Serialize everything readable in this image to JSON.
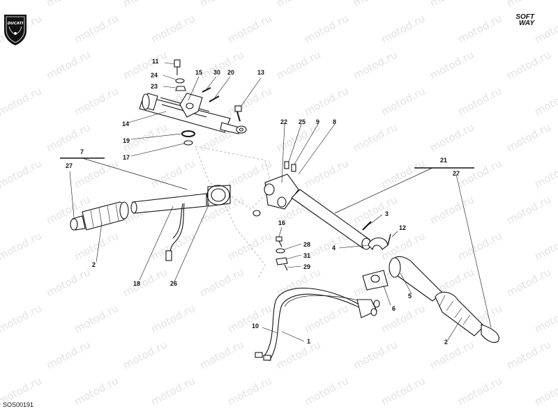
{
  "diagram": {
    "code": "SOS00191",
    "watermark": "motod.ru",
    "brand_logo_text": "DUCATI",
    "brand_soft": "SOFT",
    "brand_way": "WAY",
    "callouts": [
      {
        "id": "c1",
        "label": "1"
      },
      {
        "id": "c2a",
        "label": "2"
      },
      {
        "id": "c2b",
        "label": "2"
      },
      {
        "id": "c3",
        "label": "3"
      },
      {
        "id": "c4",
        "label": "4"
      },
      {
        "id": "c5",
        "label": "5"
      },
      {
        "id": "c6",
        "label": "6"
      },
      {
        "id": "c7",
        "label": "7"
      },
      {
        "id": "c8",
        "label": "8"
      },
      {
        "id": "c9",
        "label": "9"
      },
      {
        "id": "c10",
        "label": "10"
      },
      {
        "id": "c11",
        "label": "11"
      },
      {
        "id": "c12",
        "label": "12"
      },
      {
        "id": "c13",
        "label": "13"
      },
      {
        "id": "c14",
        "label": "14"
      },
      {
        "id": "c15",
        "label": "15"
      },
      {
        "id": "c16",
        "label": "16"
      },
      {
        "id": "c17",
        "label": "17"
      },
      {
        "id": "c18",
        "label": "18"
      },
      {
        "id": "c19",
        "label": "19"
      },
      {
        "id": "c20",
        "label": "20"
      },
      {
        "id": "c21",
        "label": "21"
      },
      {
        "id": "c22",
        "label": "22"
      },
      {
        "id": "c23",
        "label": "23"
      },
      {
        "id": "c24",
        "label": "24"
      },
      {
        "id": "c25",
        "label": "25"
      },
      {
        "id": "c26",
        "label": "26"
      },
      {
        "id": "c27a",
        "label": "27"
      },
      {
        "id": "c27b",
        "label": "27"
      },
      {
        "id": "c28",
        "label": "28"
      },
      {
        "id": "c29",
        "label": "29"
      },
      {
        "id": "c30",
        "label": "30"
      },
      {
        "id": "c31",
        "label": "31"
      }
    ]
  }
}
